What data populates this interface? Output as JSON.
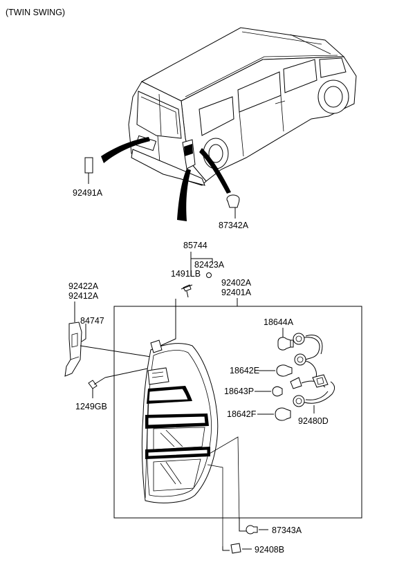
{
  "header": {
    "note": "(TWIN SWING)"
  },
  "parts": [
    {
      "id": "p92491A",
      "label": "92491A"
    },
    {
      "id": "p87342A",
      "label": "87342A"
    },
    {
      "id": "p85744",
      "label": "85744"
    },
    {
      "id": "p82423A",
      "label": "82423A"
    },
    {
      "id": "p1491LB",
      "label": "1491LB"
    },
    {
      "id": "p92402A",
      "label": "92402A"
    },
    {
      "id": "p92401A",
      "label": "92401A"
    },
    {
      "id": "p92422A",
      "label": "92422A"
    },
    {
      "id": "p92412A",
      "label": "92412A"
    },
    {
      "id": "p84747",
      "label": "84747"
    },
    {
      "id": "p1249GB",
      "label": "1249GB"
    },
    {
      "id": "p18644A",
      "label": "18644A"
    },
    {
      "id": "p18642E",
      "label": "18642E"
    },
    {
      "id": "p18643P",
      "label": "18643P"
    },
    {
      "id": "p18642F",
      "label": "18642F"
    },
    {
      "id": "p92480D",
      "label": "92480D"
    },
    {
      "id": "p87343A",
      "label": "87343A"
    },
    {
      "id": "p92408B",
      "label": "92408B"
    }
  ]
}
